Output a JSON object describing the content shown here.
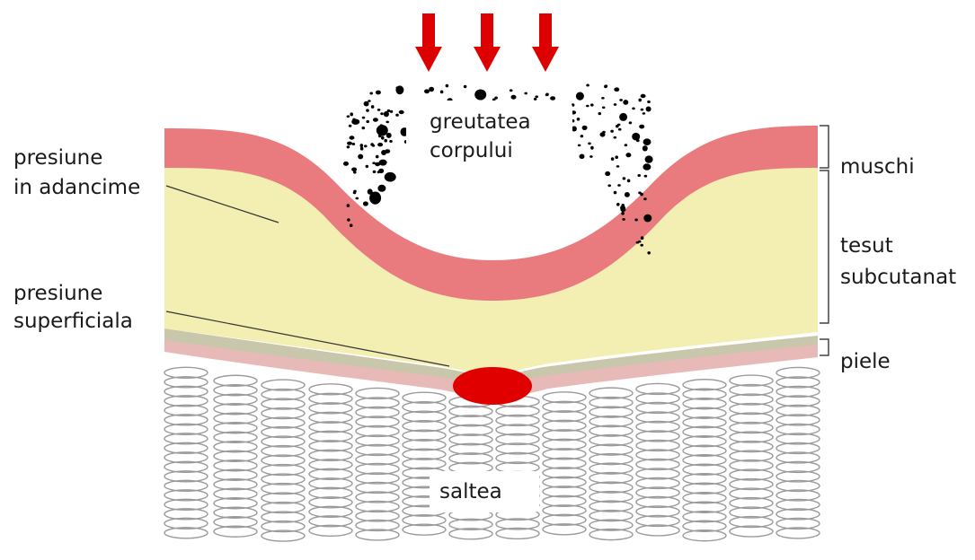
{
  "labels": {
    "body_weight_line1": "greutatea",
    "body_weight_line2": "corpului",
    "deep_pressure_line1": "presiune",
    "deep_pressure_line2": "in adancime",
    "surface_pressure_line1": "presiune",
    "surface_pressure_line2": "superficiala",
    "muscle": "muschi",
    "subcutaneous_line1": "tesut",
    "subcutaneous_line2": "subcutanat",
    "skin": "piele",
    "mattress": "saltea"
  },
  "colors": {
    "arrow": "#dd0000",
    "muscle": "#e97b7f",
    "fat": "#f3eeb1",
    "skin_outer": "#e7b9b7",
    "skin_inner": "#c9c7ab",
    "pressure_spot": "#e00000",
    "spring": "#9a9a9a",
    "particles": "#000000"
  }
}
